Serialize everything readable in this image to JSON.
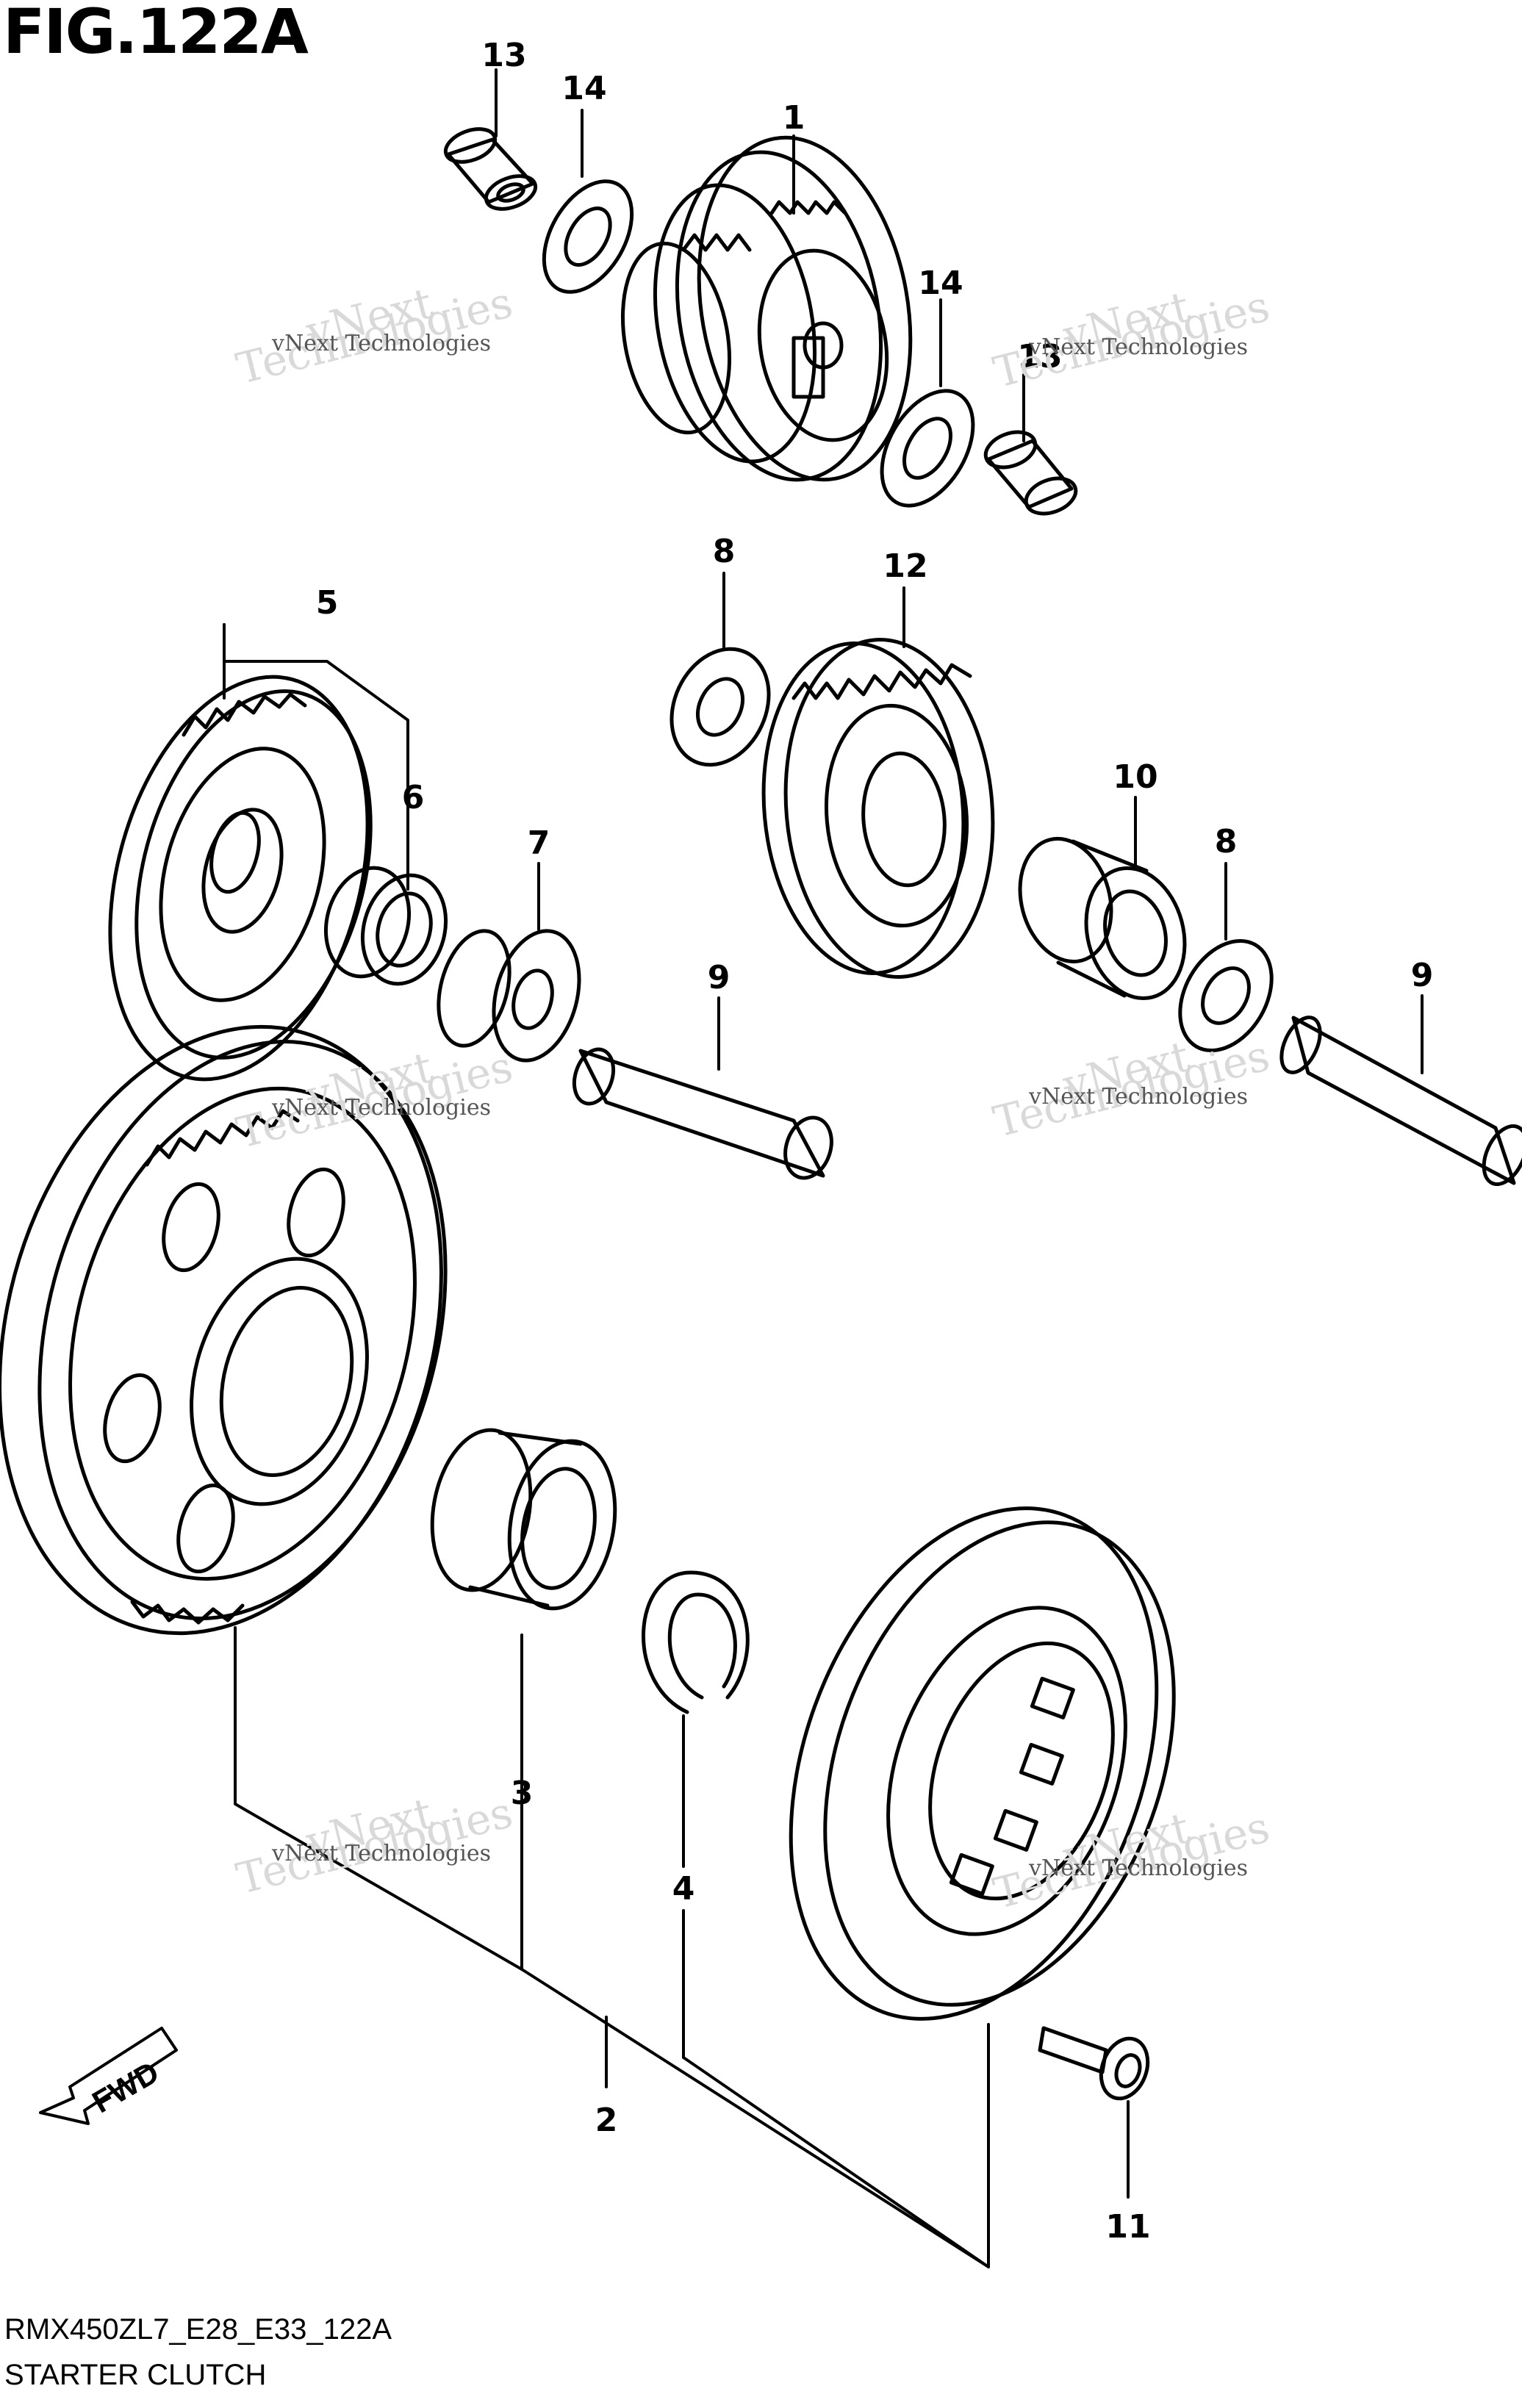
{
  "figure": {
    "title": "FIG.122A"
  },
  "footer": {
    "code": "RMX450ZL7_E28_E33_122A",
    "name": "STARTER CLUTCH"
  },
  "fwd_label": "FWD",
  "watermark": {
    "text": "vNext Technologies",
    "big_top": "vNext",
    "big_bottom": "Technologies"
  },
  "callouts": [
    "13",
    "14",
    "1",
    "14",
    "13",
    "5",
    "8",
    "12",
    "6",
    "7",
    "10",
    "8",
    "9",
    "9",
    "3",
    "4",
    "2",
    "11"
  ]
}
